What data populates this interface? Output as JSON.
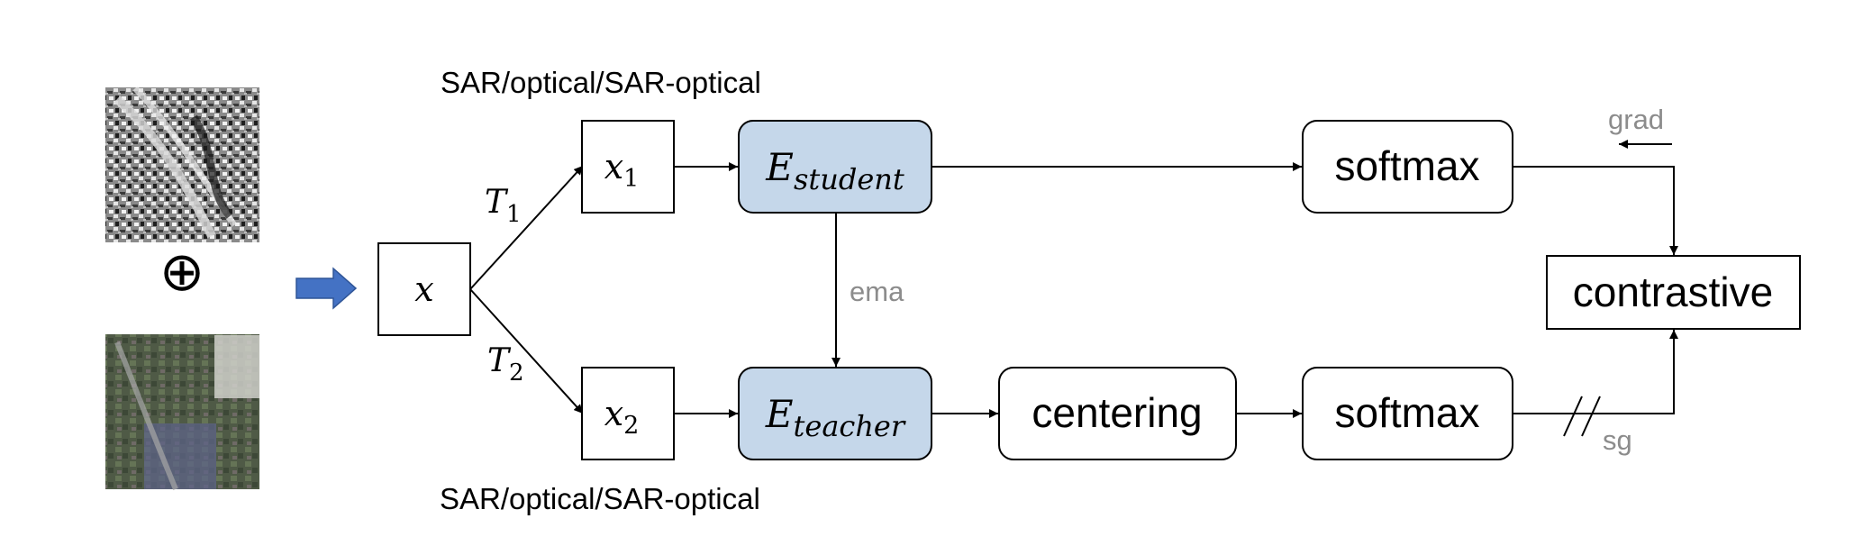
{
  "labels": {
    "modality_top": "SAR/optical/SAR-optical",
    "modality_bottom": "SAR/optical/SAR-optical",
    "t1": "T",
    "t1_sub": "1",
    "t2": "T",
    "t2_sub": "2",
    "ema": "ema",
    "grad": "grad",
    "sg": "sg",
    "oplus": "⊕"
  },
  "nodes": {
    "x": "x",
    "x1": "x",
    "x1_sub": "1",
    "x2": "x",
    "x2_sub": "2",
    "student": "E",
    "student_sub": "student",
    "teacher": "E",
    "teacher_sub": "teacher",
    "centering": "centering",
    "softmax_top": "softmax",
    "softmax_bottom": "softmax",
    "contrastive": "contrastive"
  },
  "colors": {
    "encoder_fill": "#c5d7ea",
    "input_arrow": "#4472c4",
    "annotation_gray": "#8c8c8c"
  }
}
